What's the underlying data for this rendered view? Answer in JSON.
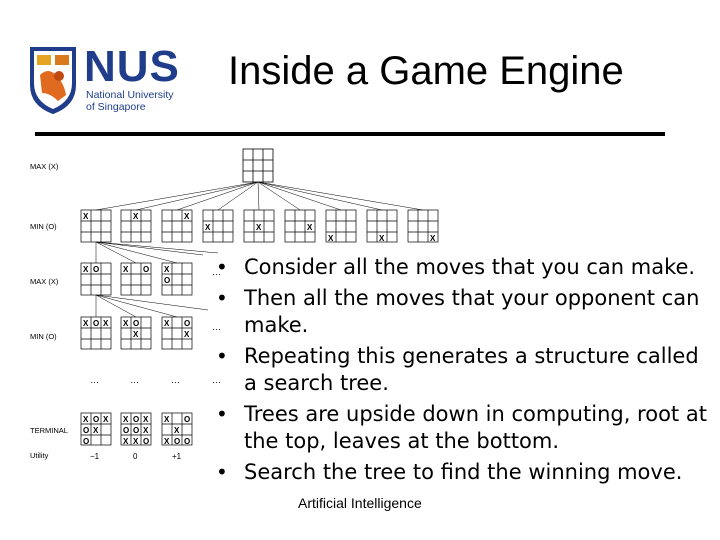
{
  "logo": {
    "big": "NUS",
    "line1": "National University",
    "line2": "of Singapore"
  },
  "title": "Inside a Game Engine",
  "tree": {
    "levels": [
      "MAX (X)",
      "MIN (O)",
      "MAX (X)",
      "MIN (O)",
      "TERMINAL",
      "Utility"
    ],
    "utilities": [
      "−1",
      "0",
      "+1"
    ],
    "ellipsis": "…"
  },
  "bullets": [
    "Consider all the moves that you can make.",
    "Then all the moves that your opponent can make.",
    "Repeating this generates a structure called a search tree.",
    "Trees are upside down in computing, root at the top, leaves at the bottom.",
    "Search the tree to find the winning move."
  ],
  "footer": "Artificial Intelligence"
}
